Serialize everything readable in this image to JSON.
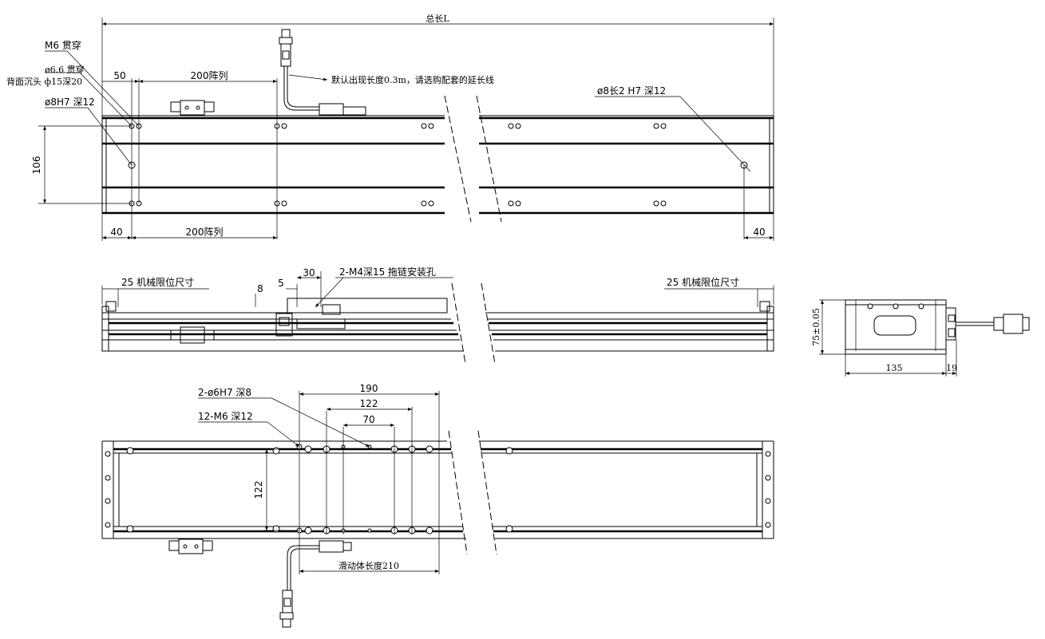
{
  "labels": {
    "total_length": "总长L",
    "m6_through": "M6 贯穿",
    "d66_through": "ø6.6 贯穿",
    "counterbore": "背面沉头 ф15深20",
    "d8h7": "ø8H7  深12",
    "dim50": "50",
    "pitch200_top": "200阵列",
    "cable_note": "默认出现长度0.3m，请选购配套的延长线",
    "slot_note": "ø8长2  H7  深12",
    "dim106": "106",
    "dim40_left": "40",
    "pitch200_bottom": "200阵列",
    "dim40_right": "40",
    "limit_left": "25  机械限位尺寸",
    "limit_right": "25  机械限位尺寸",
    "dim8": "8",
    "dim5": "5",
    "dim30": "30",
    "m4_hole": "2-M4深15  拖链安装孔",
    "height75": "75±0.05",
    "width135": "135",
    "dim19": "19",
    "pin_hole": "2-ø6H7  深8",
    "m6_holes": "12-M6  深12",
    "dim190": "190",
    "dim122_top": "122",
    "dim70": "70",
    "dim122_side": "122",
    "slider_len": "滑动体长度210"
  }
}
